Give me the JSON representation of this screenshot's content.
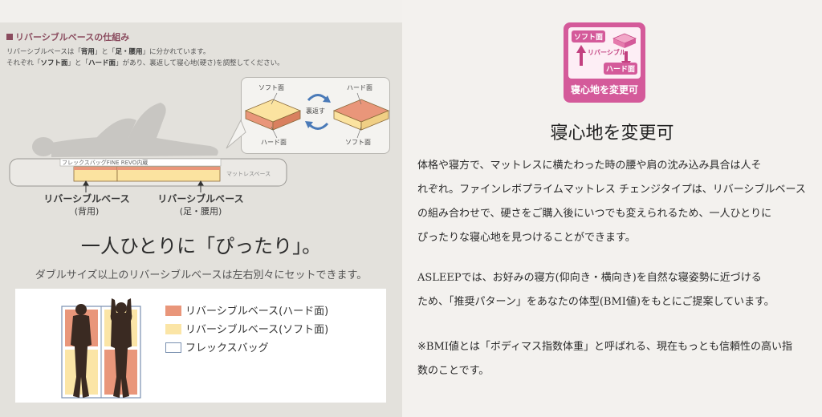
{
  "left": {
    "section_title": "リバーシブルベースの仕組み",
    "desc_line1": {
      "pre": "リバーシブルベースは「",
      "b1": "背用",
      "mid": "」と「",
      "b2": "足・腰用",
      "post": "」に分かれています。"
    },
    "desc_line2": {
      "pre": "それぞれ「",
      "b1": "ソフト面",
      "mid": "」と「",
      "b2": "ハード面",
      "post": "」があり、裏返して寝心地(硬さ)を調整してください。"
    },
    "flip": {
      "soft_top": "ソフト面",
      "hard_top": "ハード面",
      "flip_word": "裏返す",
      "hard_bottom": "ハード面",
      "soft_bottom": "ソフト面"
    },
    "fine_revo": "フレックスバッグFINE REVO内蔵",
    "mattress_base": "マットレスベース",
    "base_back": {
      "name": "リバーシブルベース",
      "sub": "(背用)"
    },
    "base_leg": {
      "name": "リバーシブルベース",
      "sub": "(足・腰用)"
    },
    "headline": "一人ひとりに「ぴったり」。",
    "subline": "ダブルサイズ以上のリバーシブルベースは左右別々にセットできます。",
    "legend": [
      {
        "label": "リバーシブルベース(ハード面)",
        "color": "#e9967a"
      },
      {
        "label": "リバーシブルベース(ソフト面)",
        "color": "#fbe5a6"
      },
      {
        "label": "フレックスバッグ",
        "color": "#ffffff"
      }
    ]
  },
  "badge": {
    "top_pill": "ソフト面",
    "middle": "リバーシブル",
    "bottom_pill": "ハード面",
    "text": "寝心地を変更可"
  },
  "right": {
    "title": "寝心地を変更可",
    "para1": [
      "体格や寝方で、マットレスに横たわった時の腰や肩の沈み込み具合は人そ",
      "れぞれ。ファインレボプライムマットレス チェンジタイプは、リバーシブルベース",
      "の組み合わせで、硬さをご購入後にいつでも変えられるため、一人ひとりに",
      "ぴったりな寝心地を見つけることができます。"
    ],
    "para2": [
      "ASLEEPでは、お好みの寝方(仰向き・横向き)を自然な寝姿勢に近づける",
      "ため、「推奨パターン」をあなたの体型(BMI値)をもとにご提案しています。"
    ],
    "para3": [
      "※BMI値とは「ボディマス指数体重」と呼ばれる、現在もっとも信頼性の高い指",
      "数のことです。"
    ]
  },
  "colors": {
    "accent": "#8a4b5e",
    "badge": "#d45a9a",
    "hard": "#e9967a",
    "soft": "#fbe5a6",
    "flex_border": "#7a90b0"
  }
}
